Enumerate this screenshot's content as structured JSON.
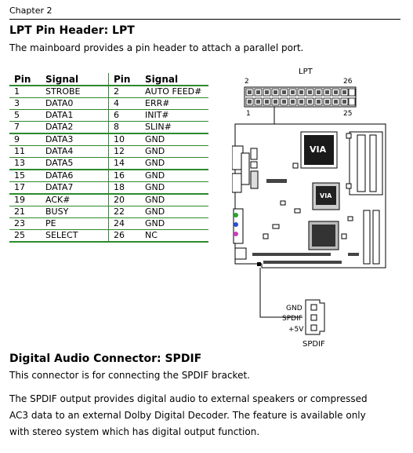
{
  "header": {
    "chapter": "Chapter 2"
  },
  "lpt": {
    "title": "LPT Pin Header: LPT",
    "description": "The mainboard provides a pin header to attach a parallel port.",
    "table": {
      "headers": [
        "Pin",
        "Signal",
        "Pin",
        "Signal"
      ],
      "rows": [
        [
          "1",
          "STROBE",
          "2",
          "AUTO FEED#"
        ],
        [
          "3",
          "DATA0",
          "4",
          "ERR#"
        ],
        [
          "5",
          "DATA1",
          "6",
          "INIT#"
        ],
        [
          "7",
          "DATA2",
          "8",
          "SLIN#"
        ],
        [
          "9",
          "DATA3",
          "10",
          "GND"
        ],
        [
          "11",
          "DATA4",
          "12",
          "GND"
        ],
        [
          "13",
          "DATA5",
          "14",
          "GND"
        ],
        [
          "15",
          "DATA6",
          "16",
          "GND"
        ],
        [
          "17",
          "DATA7",
          "18",
          "GND"
        ],
        [
          "19",
          "ACK#",
          "20",
          "GND"
        ],
        [
          "21",
          "BUSY",
          "22",
          "GND"
        ],
        [
          "23",
          "PE",
          "24",
          "GND"
        ],
        [
          "25",
          "SELECT",
          "26",
          "NC"
        ]
      ]
    },
    "diagram": {
      "label": "LPT",
      "pin_top_left": "2",
      "pin_top_right": "26",
      "pin_bottom_left": "1",
      "pin_bottom_right": "25"
    }
  },
  "spdif": {
    "title": "Digital Audio Connector: SPDIF",
    "line1": "This connector is for connecting the SPDIF bracket.",
    "line2": "The SPDIF output provides digital audio to external speakers or compressed",
    "line3": "AC3 data to an external Dolby Digital Decoder. The feature is available only",
    "line4": "with stereo system which has digital output function.",
    "diagram": {
      "pins": [
        "GND",
        "SPDIF",
        "+5V"
      ],
      "label": "SPDIF"
    }
  },
  "colors": {
    "table_lines": "#2d8a2d"
  }
}
